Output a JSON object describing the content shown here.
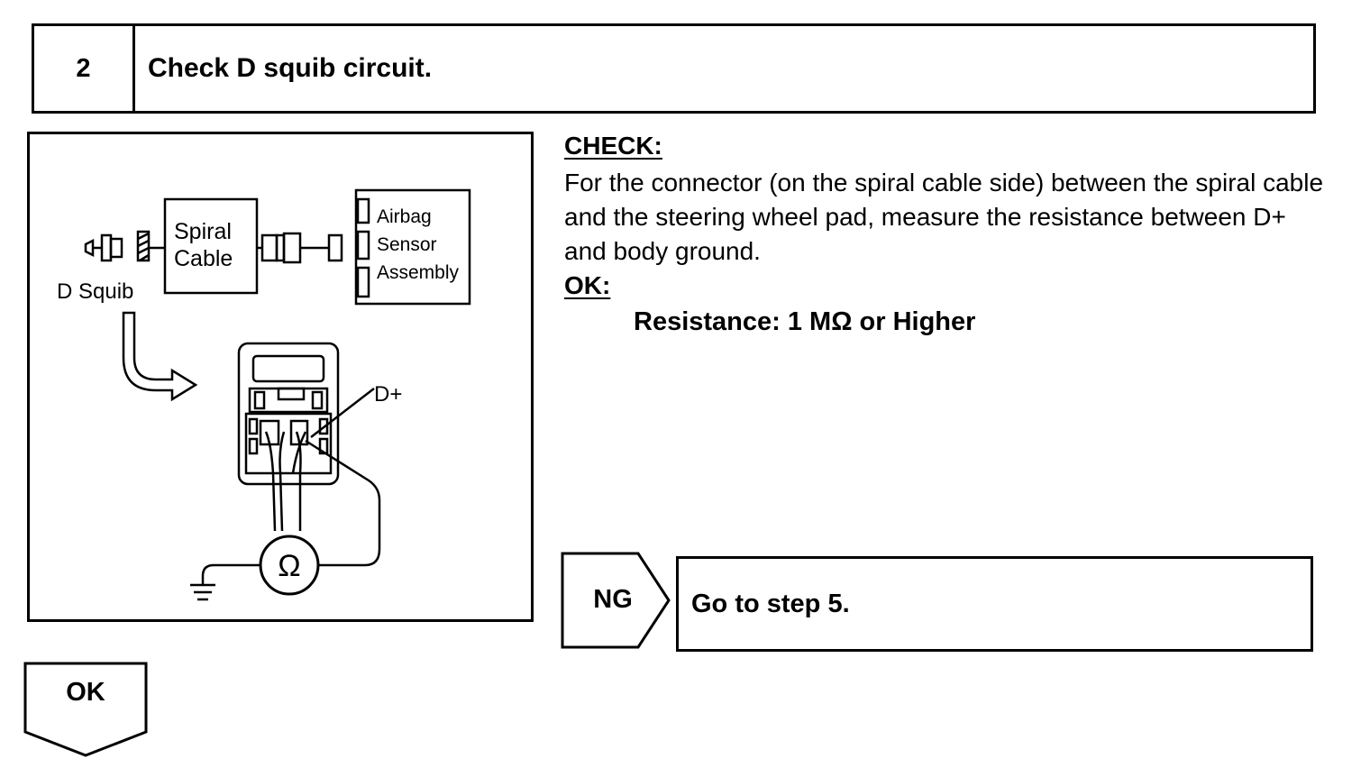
{
  "step": {
    "number": "2",
    "title": "Check D squib circuit."
  },
  "diagram": {
    "spiral_cable": [
      "Spiral",
      "Cable"
    ],
    "airbag_assembly": [
      "Airbag",
      "Sensor",
      "Assembly"
    ],
    "d_squib": "D Squib",
    "terminal": "D+",
    "meter_symbol": "Ω"
  },
  "check": {
    "heading": "CHECK:",
    "body": "For the connector (on the spiral cable side) between the spiral cable and the steering wheel pad, measure the resistance be­tween D+ and body ground."
  },
  "ok_spec": {
    "heading": "OK:",
    "spec": "Resistance: 1 MΩ or Higher"
  },
  "ng_branch": {
    "tag": "NG",
    "action": "Go to step 5."
  },
  "ok_branch": {
    "tag": "OK"
  }
}
